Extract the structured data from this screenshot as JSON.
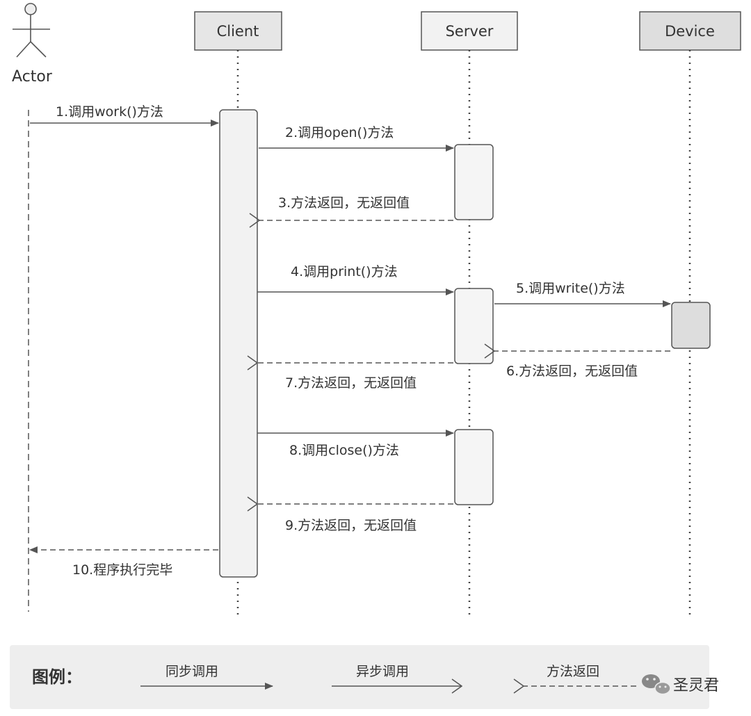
{
  "actor": {
    "label": "Actor"
  },
  "participants": {
    "client": "Client",
    "server": "Server",
    "device": "Device"
  },
  "messages": [
    {
      "label": "1.调用work()方法",
      "kind": "sync"
    },
    {
      "label": "2.调用open()方法",
      "kind": "sync"
    },
    {
      "label": "3.方法返回，无返回值",
      "kind": "return"
    },
    {
      "label": "4.调用print()方法",
      "kind": "sync"
    },
    {
      "label": "5.调用write()方法",
      "kind": "sync"
    },
    {
      "label": "6.方法返回，无返回值",
      "kind": "return"
    },
    {
      "label": "7.方法返回，无返回值",
      "kind": "return"
    },
    {
      "label": "8.调用close()方法",
      "kind": "sync"
    },
    {
      "label": "9.方法返回，无返回值",
      "kind": "return"
    },
    {
      "label": "10.程序执行完毕",
      "kind": "return"
    }
  ],
  "legend": {
    "title": "图例：",
    "sync": "同步调用",
    "async": "异步调用",
    "return": "方法返回"
  },
  "watermark": {
    "text": "圣灵君",
    "icon": "wechat-icon"
  },
  "colors": {
    "header_fill": "#e6e6e6",
    "activation_fill": "#f2f2f2",
    "device_activation_fill": "#dddddd",
    "legend_fill": "#eeeeee",
    "line": "#555555"
  }
}
